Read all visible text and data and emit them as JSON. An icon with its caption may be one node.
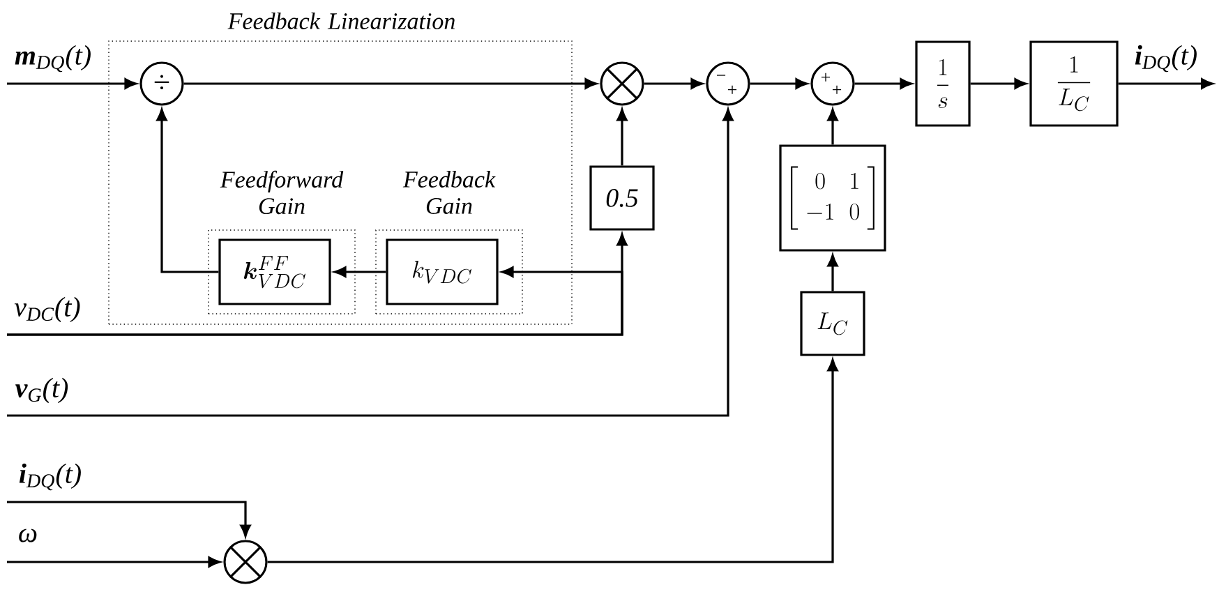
{
  "diagram": {
    "nodes": [
      {
        "text": [
          "Feedback Linearization"
        ]
      },
      {
        "text": [
          "÷"
        ],
        "in": 0
      },
      {
        "text": [
          "Feedforward Gain"
        ],
        "in": 0
      },
      {
        "text": [
          "\\boldsymbol{k}_{VDC}^{FF}"
        ],
        "in": 2
      },
      {
        "text": [
          "Feedback Gain"
        ],
        "in": 0
      },
      {
        "text": [
          "k_{VDC}"
        ],
        "in": 4
      },
      {
        "text": [],
        "shape": "circle"
      },
      {
        "text": [
          "0.5"
        ]
      },
      {
        "text": [
          "−",
          "+"
        ]
      },
      {
        "text": [
          "+",
          "+"
        ]
      },
      {
        "text": [
          "\\frac{1}{s}"
        ]
      },
      {
        "text": [
          "\\frac{1}{L_C}"
        ]
      },
      {
        "text": [
          "\\left[\\begin{array}{cc}0 & 1\\\\ -1 & 0\\end{array}\\right]"
        ]
      },
      {
        "text": [
          "L_C"
        ]
      },
      {
        "text": [],
        "shape": "circle"
      }
    ],
    "edges": [
      {
        "from": null,
        "to": 1,
        "arrow": "to",
        "label": "**m**$_{DQ}$(t)"
      },
      {
        "from": 1,
        "to": 6,
        "arrow": "to"
      },
      {
        "from": 6,
        "to": 8,
        "arrow": "to"
      },
      {
        "from": 8,
        "to": 9,
        "arrow": "to"
      },
      {
        "from": 9,
        "to": 10,
        "arrow": "to"
      },
      {
        "from": 10,
        "to": 11,
        "arrow": "to"
      },
      {
        "from": 11,
        "to": null,
        "arrow": "to",
        "label": "**i**$_{DQ}$(t)"
      },
      {
        "from": 7,
        "to": 6,
        "arrow": "to"
      },
      {
        "from": null,
        "to": 7,
        "arrow": "to",
        "label": "v$_{DC}$(t)"
      },
      {
        "from": null,
        "to": 5,
        "arrow": "to"
      },
      {
        "from": 5,
        "to": 3,
        "arrow": "to"
      },
      {
        "from": 3,
        "to": 1,
        "arrow": "to"
      },
      {
        "from": null,
        "to": 8,
        "arrow": "to",
        "label": "**v**$_{G}$(t)"
      },
      {
        "from": 12,
        "to": 9,
        "arrow": "to"
      },
      {
        "from": 13,
        "to": 12,
        "arrow": "to"
      },
      {
        "from": 14,
        "to": 13,
        "arrow": "to"
      },
      {
        "from": null,
        "to": 14,
        "arrow": "to",
        "label": "**i**$_{DQ}$(t)"
      },
      {
        "from": null,
        "to": 14,
        "arrow": "to",
        "label": "ω"
      }
    ]
  }
}
